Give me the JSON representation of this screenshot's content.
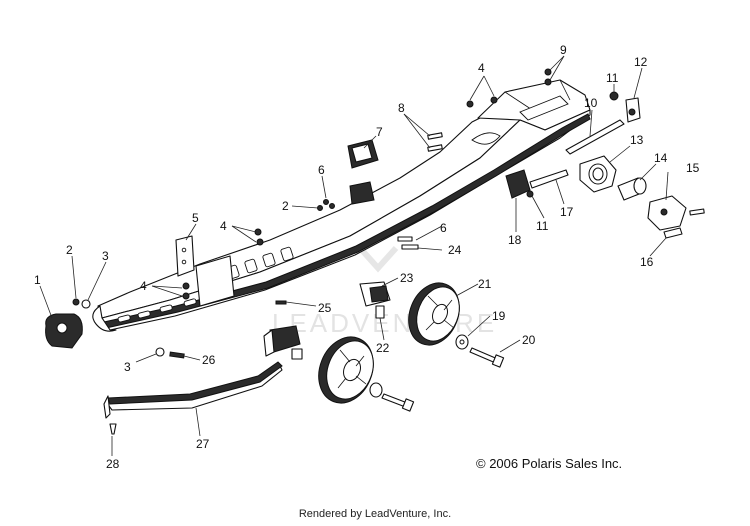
{
  "diagram": {
    "callouts": [
      "1",
      "2",
      "3",
      "3",
      "4",
      "4",
      "4",
      "5",
      "6",
      "6",
      "7",
      "8",
      "9",
      "10",
      "11",
      "11",
      "12",
      "13",
      "14",
      "15",
      "16",
      "17",
      "18",
      "19",
      "20",
      "21",
      "22",
      "23",
      "24",
      "25",
      "26",
      "27",
      "28",
      "2"
    ],
    "watermark": "LEADVENTURE"
  },
  "copyright": "© 2006 Polaris Sales Inc.",
  "footer": "Rendered by LeadVenture, Inc."
}
